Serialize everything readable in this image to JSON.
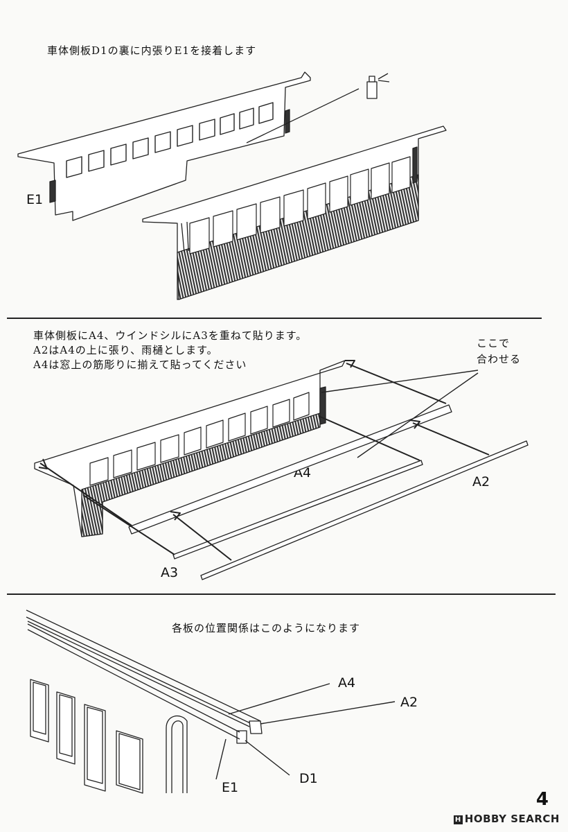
{
  "steps": [
    {
      "text": [
        "車体側板D1の裏に内張りE1を接着します"
      ]
    },
    {
      "text": [
        "車体側板にA4、ウインドシルにA3を重ねて貼ります。",
        "A2はA4の上に張り、雨樋とします。",
        "A4は窓上の筋彫りに揃えて貼ってください"
      ]
    },
    {
      "text": [
        "各板の位置関係はこのようになります"
      ]
    }
  ],
  "callout_align": [
    "ここで",
    "合わせる"
  ],
  "parts": {
    "E1": "E1",
    "A4": "A4",
    "A2": "A2",
    "A3": "A3",
    "D1": "D1"
  },
  "page_number": "4",
  "watermark": "HOBBY SEARCH"
}
